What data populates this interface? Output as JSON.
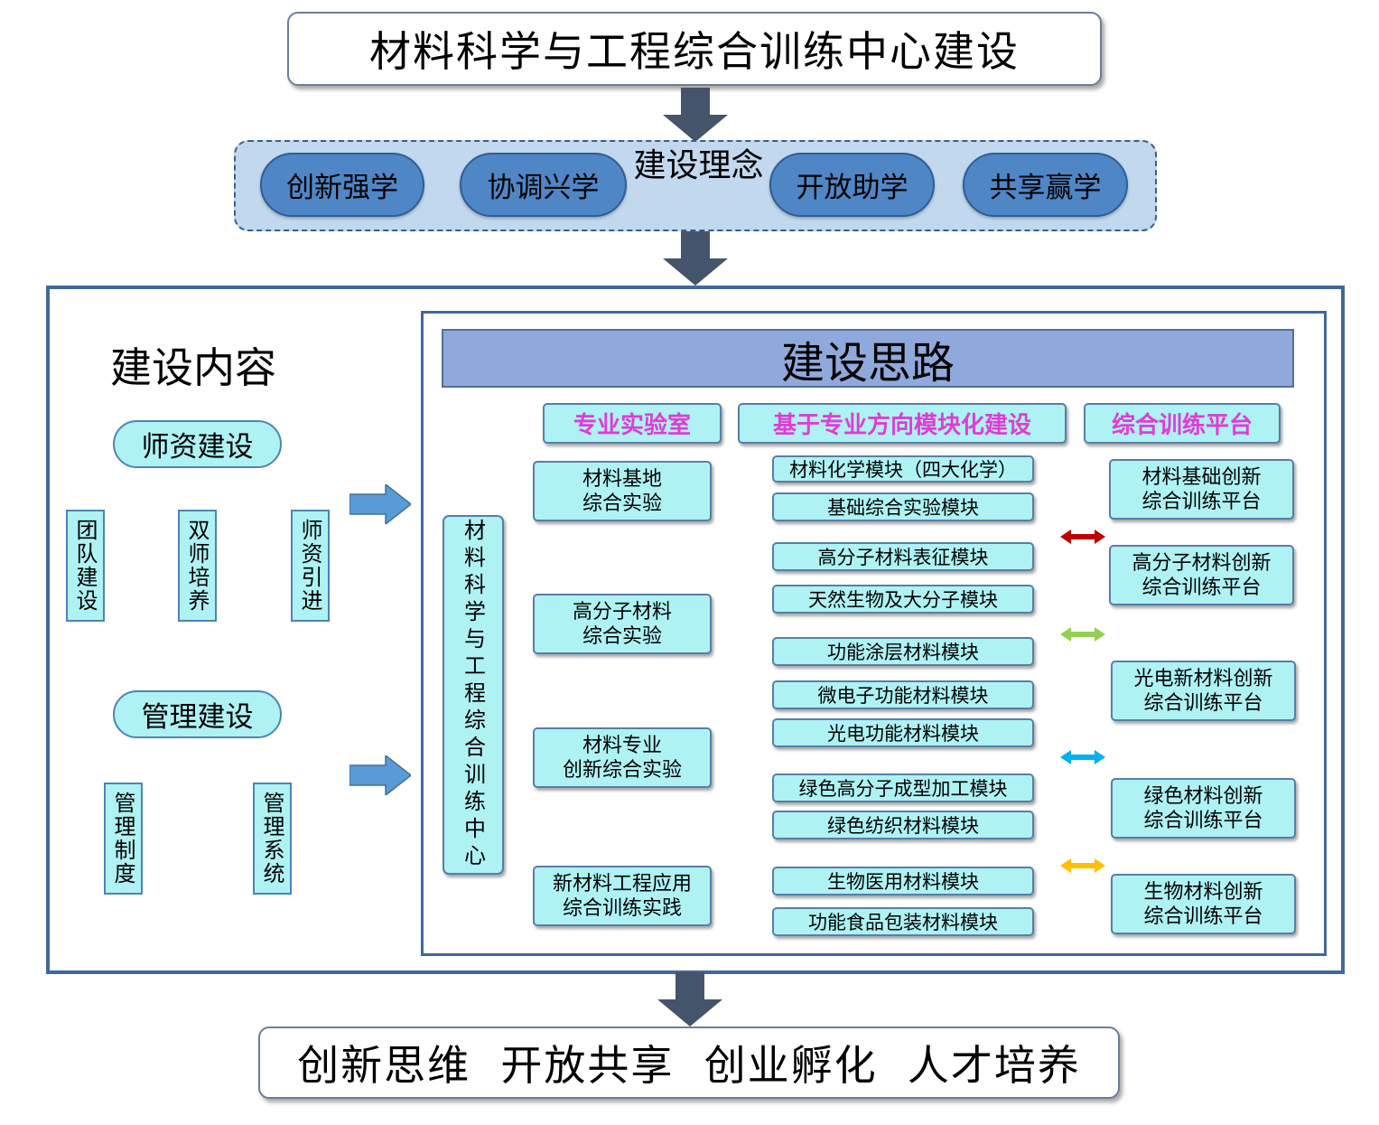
{
  "title": "材料科学与工程综合训练中心建设",
  "concept": {
    "title": "建设理念",
    "items": [
      "创新强学",
      "协调兴学",
      "开放助学",
      "共享赢学"
    ]
  },
  "content": {
    "heading": "建设内容",
    "faculty": {
      "label": "师资建设",
      "children": [
        "团队建设",
        "双师培养",
        "师资引进"
      ]
    },
    "management": {
      "label": "管理建设",
      "children": [
        "管理制度",
        "管理系统"
      ]
    }
  },
  "ideas": {
    "heading": "建设思路",
    "column_heads": [
      "专业实验室",
      "基于专业方向模块化建设",
      "综合训练平台"
    ],
    "center": "材料科学与工程综合训练中心",
    "labs": [
      {
        "line1": "材料基地",
        "line2": "综合实验"
      },
      {
        "line1": "高分子材料",
        "line2": "综合实验"
      },
      {
        "line1": "材料专业",
        "line2": "创新综合实验"
      },
      {
        "line1": "新材料工程应用",
        "line2": "综合训练实践"
      }
    ],
    "modules": [
      "材料化学模块（四大化学）",
      "基础综合实验模块",
      "高分子材料表征模块",
      "天然生物及大分子模块",
      "功能涂层材料模块",
      "微电子功能材料模块",
      "光电功能材料模块",
      "绿色高分子成型加工模块",
      "绿色纺织材料模块",
      "生物医用材料模块",
      "功能食品包装材料模块"
    ],
    "platforms": [
      {
        "line1": "材料基础创新",
        "line2": "综合训练平台"
      },
      {
        "line1": "高分子材料创新",
        "line2": "综合训练平台"
      },
      {
        "line1": "光电新材料创新",
        "line2": "综合训练平台"
      },
      {
        "line1": "绿色材料创新",
        "line2": "综合训练平台"
      },
      {
        "line1": "生物材料创新",
        "line2": "综合训练平台"
      }
    ],
    "arrow_colors": [
      "#c00000",
      "#92d050",
      "#00b0f0",
      "#ffc000"
    ]
  },
  "outcome": "创新思维  开放共享  创业孵化  人才培养"
}
